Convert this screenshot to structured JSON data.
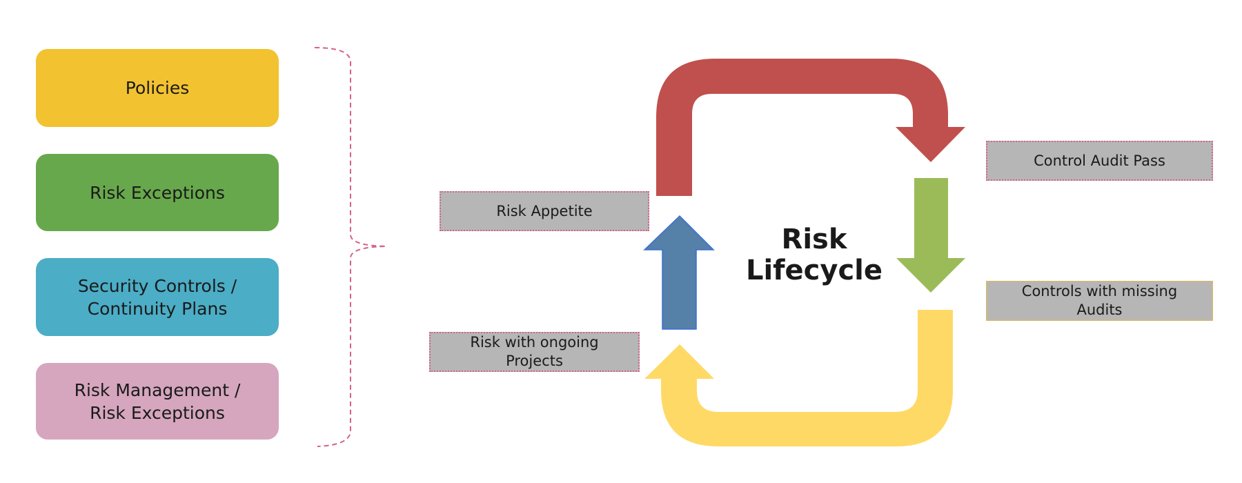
{
  "boxes": {
    "policies": "Policies",
    "risk_exceptions": "Risk Exceptions",
    "security_controls": "Security Controls /\nContinuity Plans",
    "risk_management": "Risk Management /\nRisk Exceptions"
  },
  "cycle": {
    "title": "Risk\nLifecycle",
    "risk_appetite": "Risk Appetite",
    "risk_ongoing_projects": "Risk with ongoing\nProjects",
    "control_audit_pass": "Control Audit Pass",
    "controls_missing_audits": "Controls with missing\nAudits"
  },
  "colors": {
    "policies": "#F2C230",
    "risk_exceptions": "#68A84C",
    "security_controls": "#4BADC6",
    "risk_management": "#D5A6BE",
    "arrow_red": "#C0504D",
    "arrow_green": "#9BBB59",
    "arrow_yellow": "#FFD966",
    "arrow_blue": "#5580A8",
    "label_bg": "#B6B6B6",
    "bracket": "#D4618A"
  }
}
